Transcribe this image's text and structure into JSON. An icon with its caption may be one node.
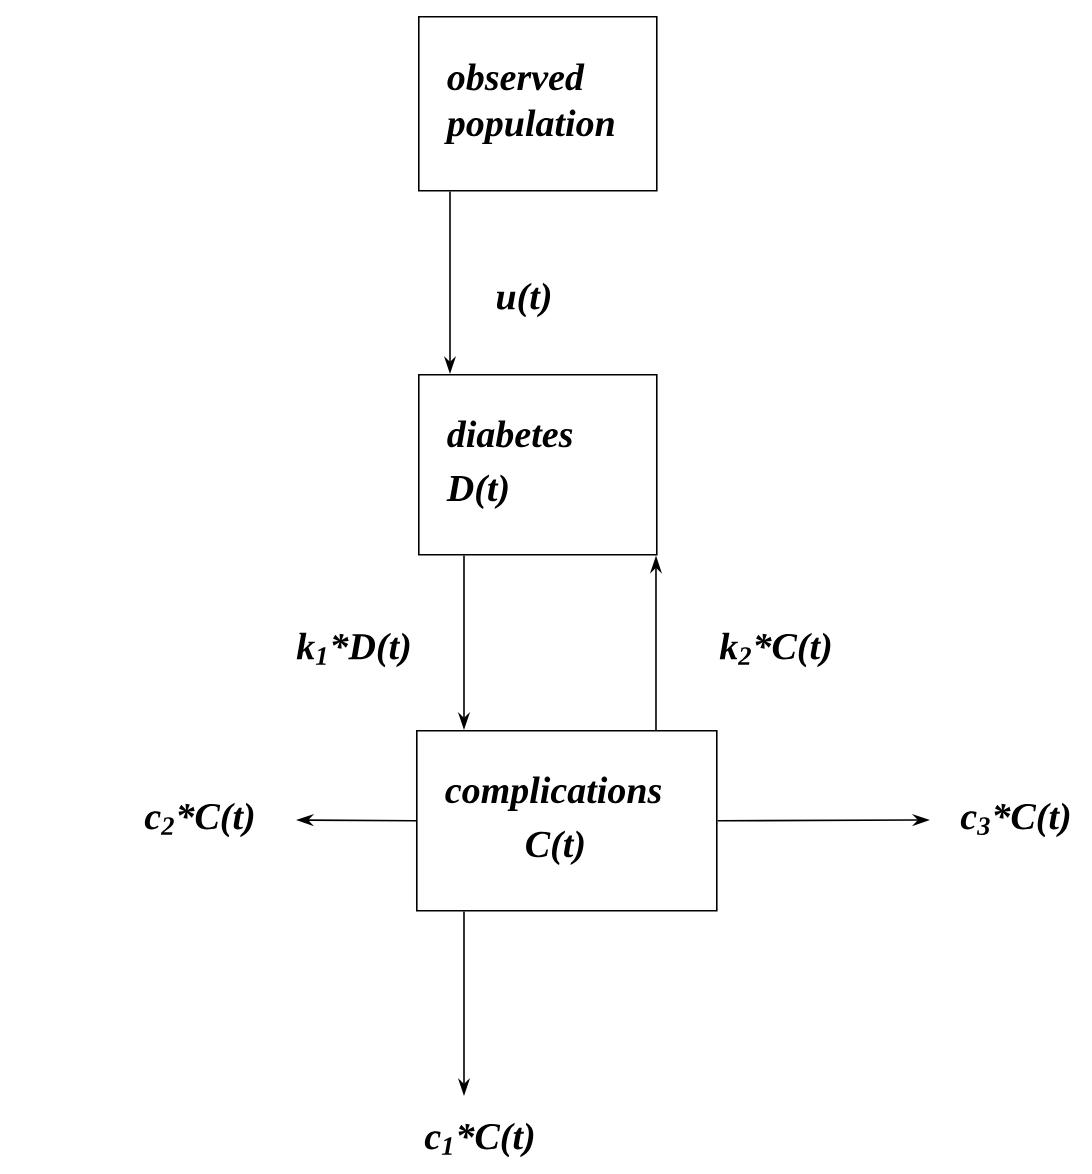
{
  "diagram": {
    "nodes": [
      {
        "text": [
          "observed population"
        ]
      },
      {
        "text": [
          "diabetes",
          "D(t)"
        ]
      },
      {
        "text": [
          "complications",
          "C(t)"
        ]
      }
    ],
    "edges": [
      {
        "from": 0,
        "to": 1,
        "arrow": "to",
        "label": "u(t)"
      },
      {
        "from": 1,
        "to": 2,
        "arrow": "to",
        "label": "k$_{1}$*D(t)"
      },
      {
        "from": 2,
        "to": 1,
        "arrow": "to",
        "label": "k$_{2}$*C(t)"
      },
      {
        "from": 2,
        "to": null,
        "arrow": "to",
        "label": "c$_{2}$*C(t)"
      },
      {
        "from": 2,
        "to": null,
        "arrow": "to",
        "label": "c$_{3}$*C(t)"
      },
      {
        "from": 2,
        "to": null,
        "arrow": "to",
        "label": "c$_{1}$*C(t)"
      }
    ]
  }
}
